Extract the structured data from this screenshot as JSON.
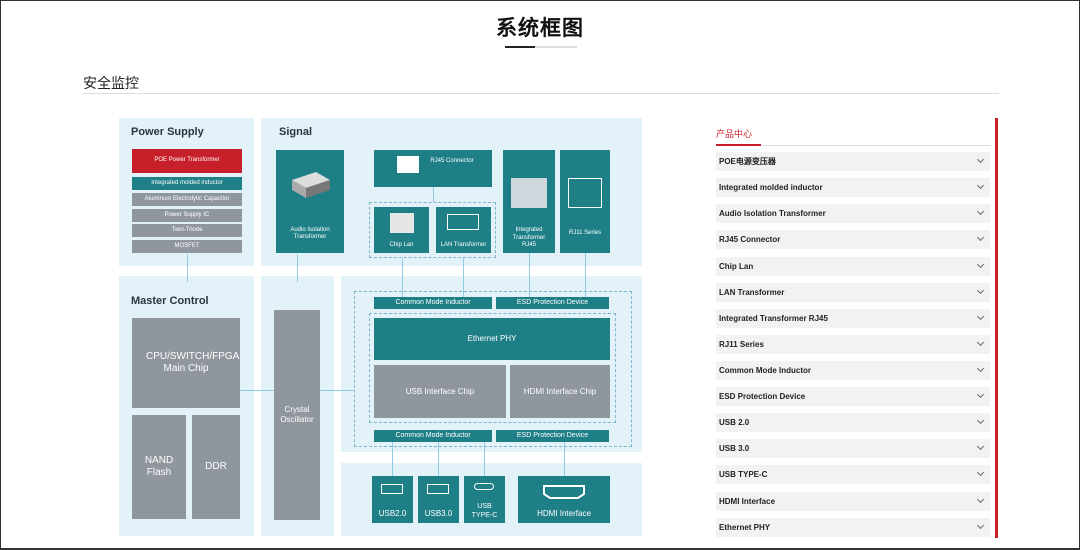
{
  "header": {
    "title": "系统框图",
    "subtitle": "安全监控"
  },
  "diagram": {
    "power": {
      "title": "Power Supply",
      "items": [
        "POE Power Transformer",
        "Integrated molded inductor",
        "Aluminum Electrolytic Capacitor",
        "Power Supply IC",
        "Twin-Triode",
        "MOSFET"
      ]
    },
    "signal": {
      "title": "Signal",
      "audio": "Audio Isolation Transformer",
      "rj45": "RJ45 Connector",
      "chiplan": "Chip Lan",
      "lan": "LAN Transformer",
      "itr": "Integrated Transformer RJ45",
      "rj11": "RJ11 Series"
    },
    "master": {
      "title": "Master Control",
      "cpu": "CPU/SWITCH/FPGA Main Chip",
      "nand": "NAND Flash",
      "ddr": "DDR"
    },
    "crystal": "Crystal Oscillator",
    "cmi_top": "Common Mode Inductor",
    "esd_top": "ESD Protection Device",
    "phy": "Ethernet PHY",
    "usbchip": "USB Interface Chip",
    "hdmichip": "HDMI Interface Chip",
    "cmi_bot": "Common Mode Inductor",
    "esd_bot": "ESD Protection Device",
    "ports": {
      "usb2": "USB2.0",
      "usb3": "USB3.0",
      "usbc": "USB TYPE-C",
      "hdmi": "HDMI Interface"
    }
  },
  "sidebar": {
    "heading": "产品中心",
    "items": [
      "POE电源变压器",
      "Integrated molded inductor",
      "Audio Isolation Transformer",
      "RJ45 Connector",
      "Chip Lan",
      "LAN Transformer",
      "Integrated Transformer RJ45",
      "RJ11 Series",
      "Common Mode Inductor",
      "ESD Protection Device",
      "USB 2.0",
      "USB 3.0",
      "USB TYPE-C",
      "HDMI Interface",
      "Ethernet PHY"
    ]
  },
  "colors": {
    "accent": "#c8202b",
    "teal": "#1f7f86",
    "gray": "#8f969d",
    "panel": "#e3f1f9"
  }
}
